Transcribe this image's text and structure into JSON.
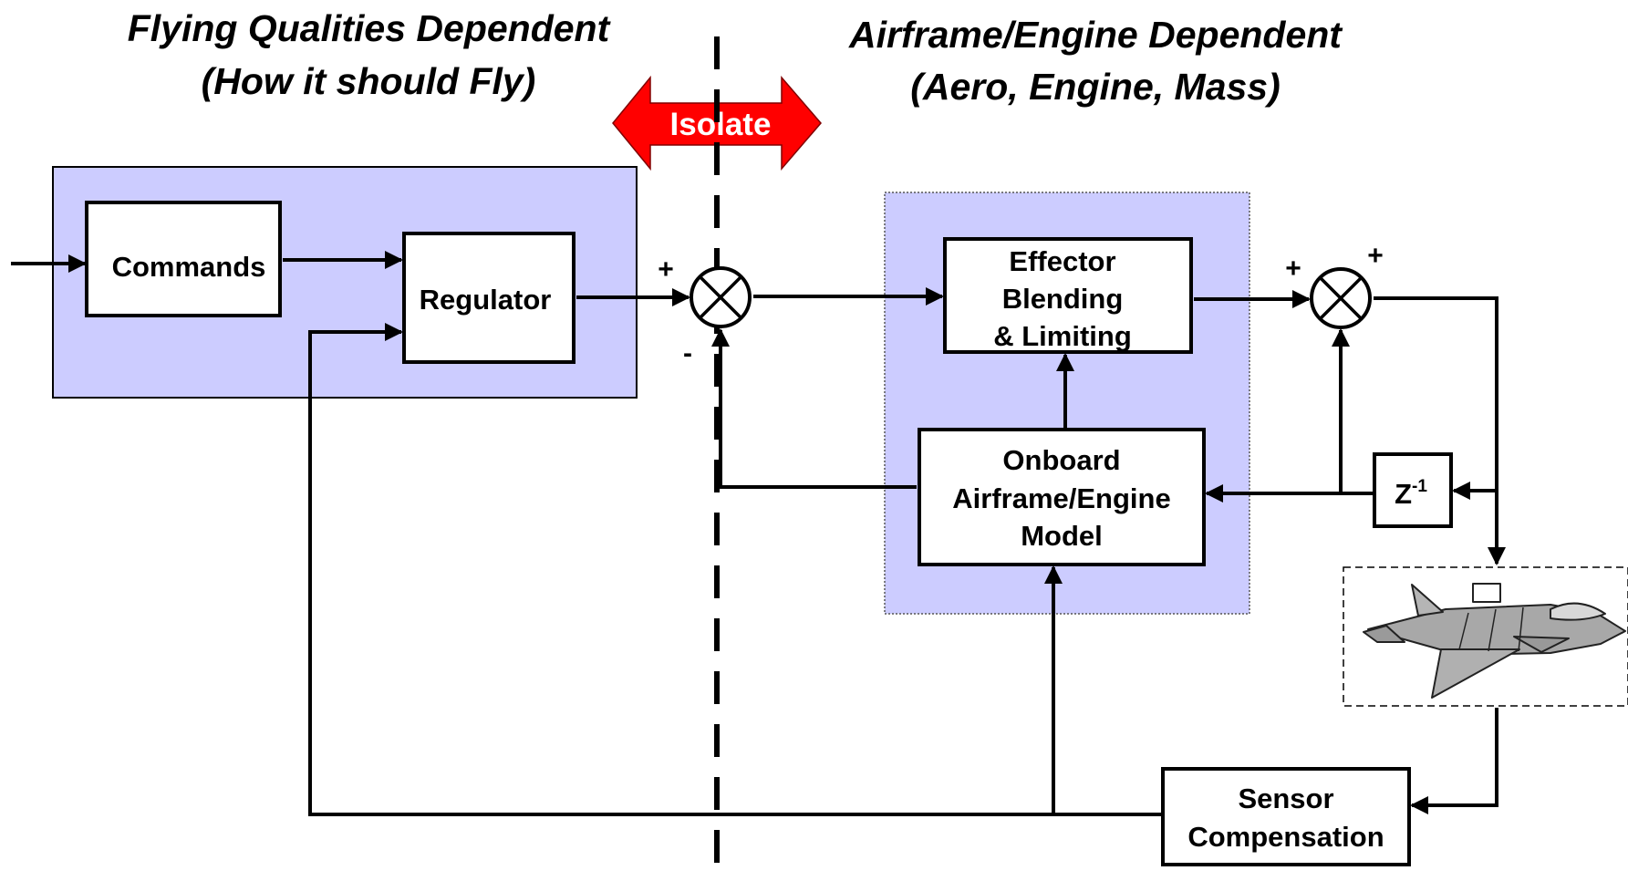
{
  "headings": {
    "left_line1": "Flying Qualities Dependent",
    "left_line2": "(How it should Fly)",
    "right_line1": "Airframe/Engine Dependent",
    "right_line2": "(Aero, Engine, Mass)"
  },
  "isolate_label": "Isolate",
  "blocks": {
    "commands": "Commands",
    "regulator": "Regulator",
    "effector_line1": "Effector",
    "effector_line2": "Blending",
    "effector_line3": "& Limiting",
    "model_line1": "Onboard",
    "model_line2": "Airframe/Engine",
    "model_line3": "Model",
    "delay_base": "Z",
    "delay_exp": "-1",
    "sensor_line1": "Sensor",
    "sensor_line2": "Compensation"
  },
  "signs": {
    "sum1_plus": "+",
    "sum1_minus": "-",
    "sum2_plus_left": "+",
    "sum2_plus_top": "+"
  },
  "colors": {
    "region_fill": "#ccccff",
    "isolate_arrow": "#ff0000",
    "isolate_text": "#ffffff",
    "aircraft": "#a8a8a8"
  },
  "icons": {
    "aircraft": "fighter-jet-icon"
  }
}
